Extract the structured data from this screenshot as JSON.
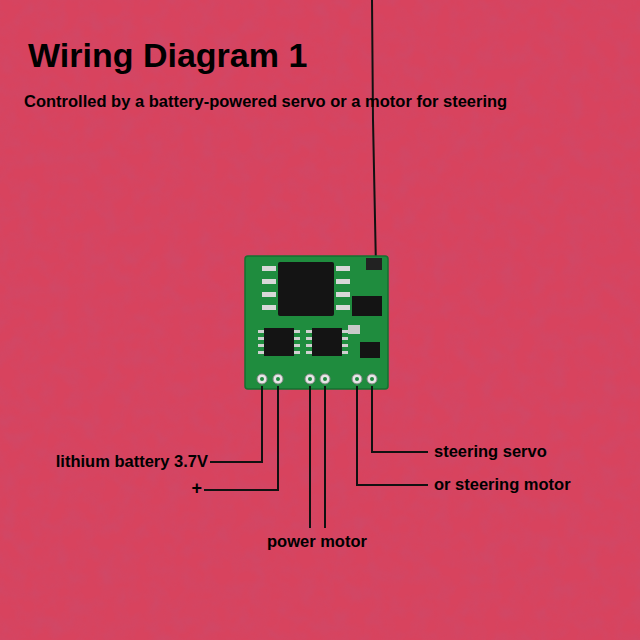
{
  "diagram": {
    "title": "Wiring Diagram 1",
    "labels": [
      "Controlled by a battery-powered servo or a motor for steering",
      "lithium battery 3.7V",
      "+",
      "power motor",
      "steering servo",
      "or steering motor"
    ]
  }
}
